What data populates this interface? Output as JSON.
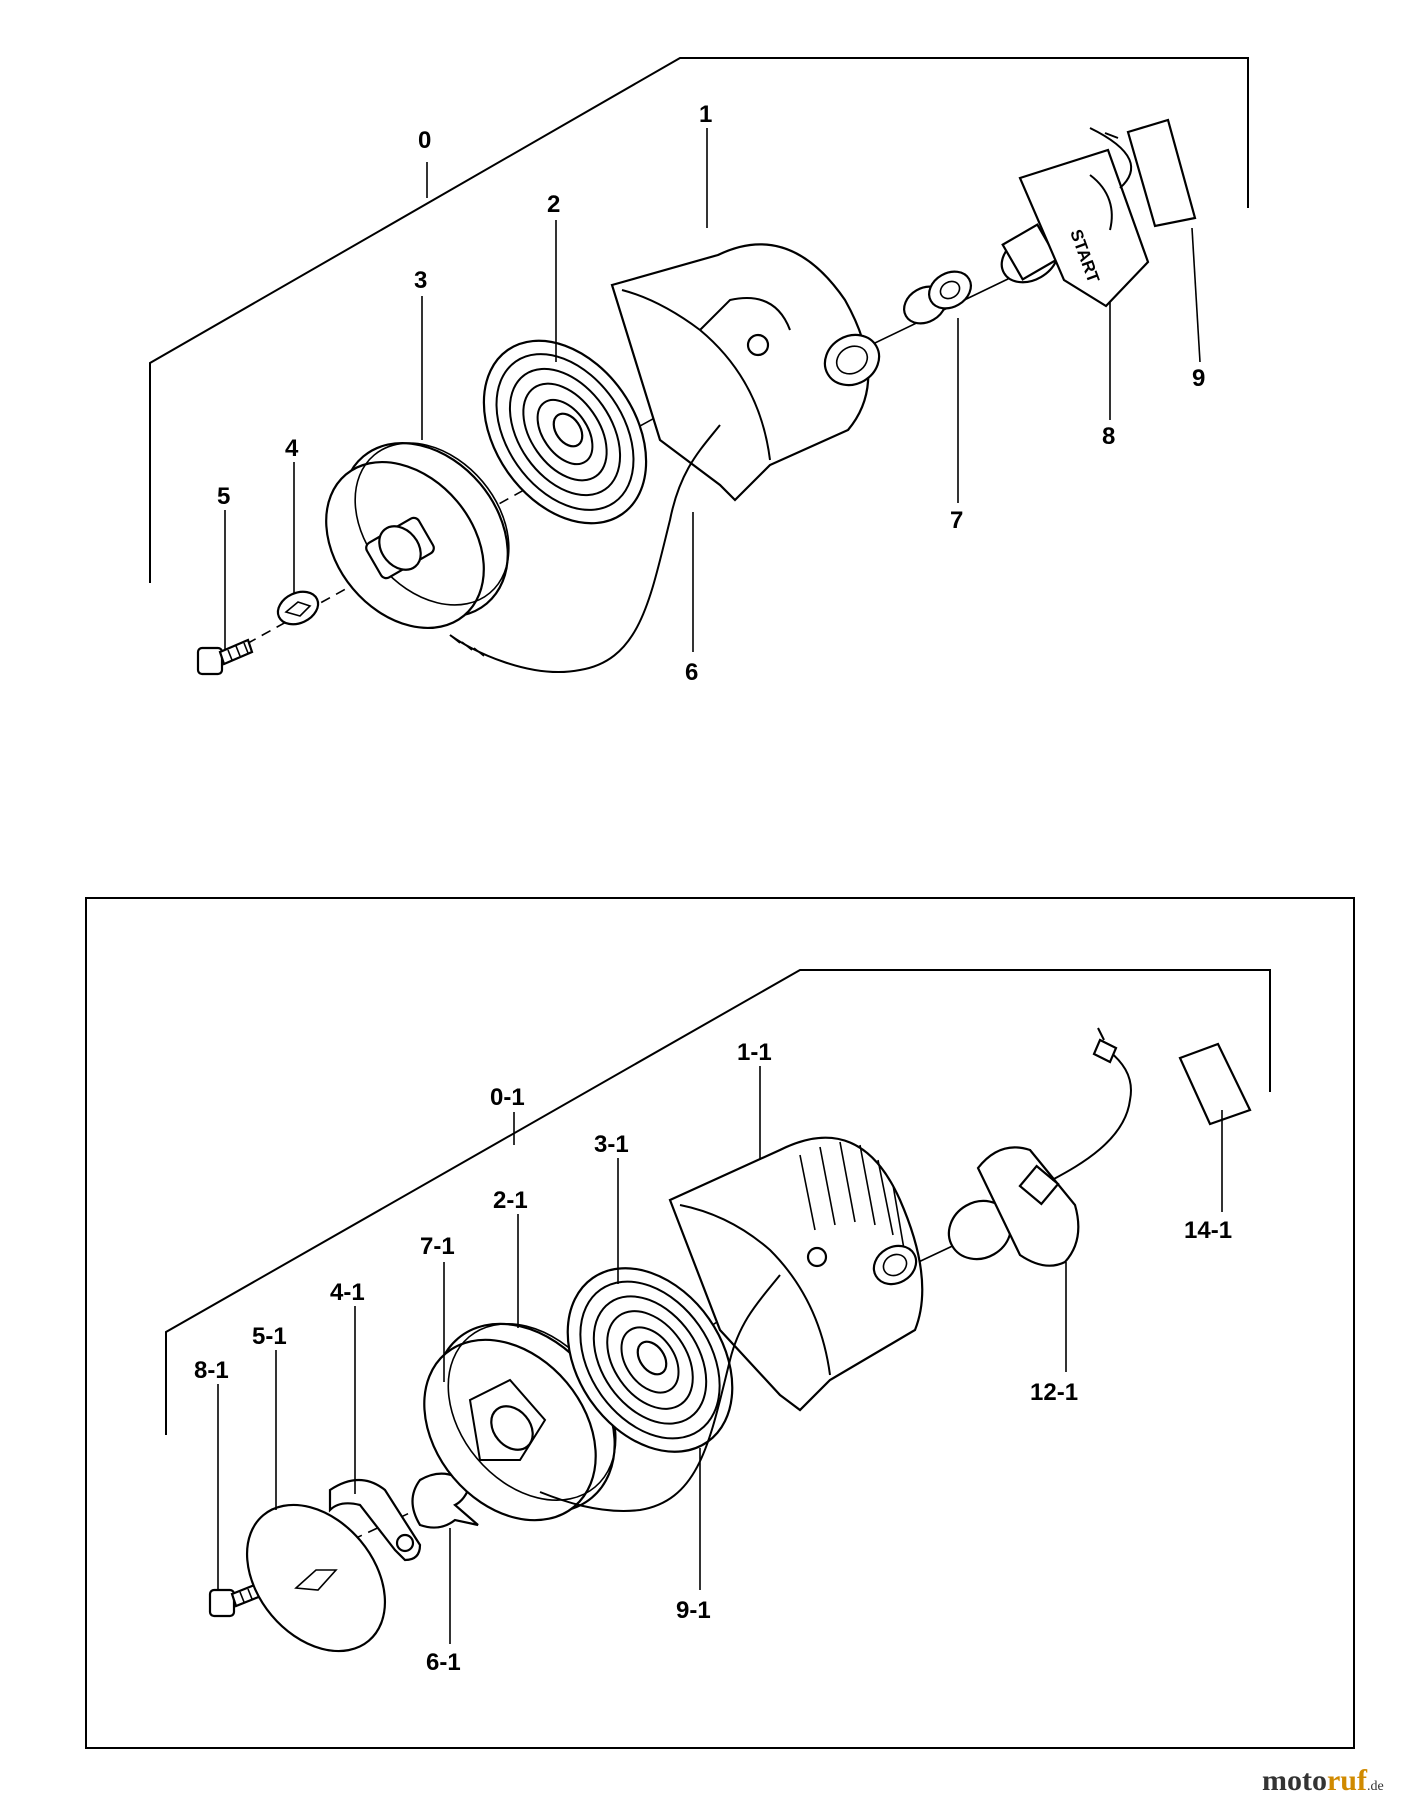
{
  "diagram": {
    "start_text": "START",
    "upper_labels": [
      "0",
      "1",
      "2",
      "3",
      "4",
      "5",
      "6",
      "7",
      "8",
      "9"
    ],
    "lower_labels": [
      "0-1",
      "1-1",
      "2-1",
      "3-1",
      "4-1",
      "5-1",
      "6-1",
      "7-1",
      "8-1",
      "9-1",
      "12-1",
      "14-1"
    ]
  },
  "watermark": {
    "part_a": "moto",
    "part_b": "ruf",
    "part_c": ".de"
  }
}
